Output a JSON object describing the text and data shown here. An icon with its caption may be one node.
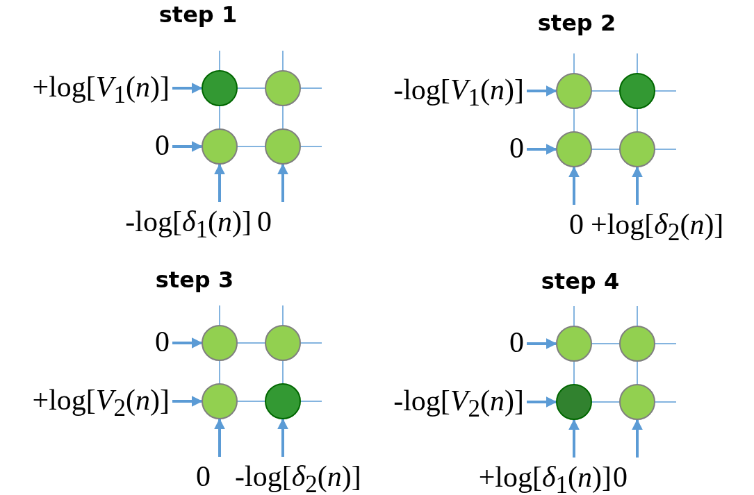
{
  "diagram": {
    "nodes": [
      {
        "text": [
          "+log[*V*$_{1}$(*n*)]"
        ]
      },
      {
        "text": [],
        "shape": "circle"
      },
      {
        "text": [],
        "shape": "circle"
      },
      {
        "text": [
          "0"
        ]
      },
      {
        "text": [],
        "shape": "circle"
      },
      {
        "text": [],
        "shape": "circle"
      },
      {
        "text": [
          "-log[*δ*$_{1}$(*n*)]"
        ]
      },
      {
        "text": [
          "0"
        ]
      },
      {
        "text": [
          "-log[*V*$_{1}$(*n*)]"
        ]
      },
      {
        "text": [],
        "shape": "circle"
      },
      {
        "text": [],
        "shape": "circle"
      },
      {
        "text": [
          "0"
        ]
      },
      {
        "text": [],
        "shape": "circle"
      },
      {
        "text": [],
        "shape": "circle"
      },
      {
        "text": [
          "0"
        ]
      },
      {
        "text": [
          "+log[*δ*$_{2}$(*n*)]"
        ]
      },
      {
        "text": [
          "0"
        ]
      },
      {
        "text": [],
        "shape": "circle"
      },
      {
        "text": [],
        "shape": "circle"
      },
      {
        "text": [
          "+log[*V*$_{2}$(*n*)]"
        ]
      },
      {
        "text": [],
        "shape": "circle"
      },
      {
        "text": [],
        "shape": "circle"
      },
      {
        "text": [
          "0"
        ]
      },
      {
        "text": [
          "-log[*δ*$_{2}$(*n*)]"
        ]
      },
      {
        "text": [
          "0"
        ]
      },
      {
        "text": [],
        "shape": "circle"
      },
      {
        "text": [],
        "shape": "circle"
      },
      {
        "text": [
          "-log[*V*$_{2}$(*n*)]"
        ]
      },
      {
        "text": [],
        "shape": "circle"
      },
      {
        "text": [],
        "shape": "circle"
      },
      {
        "text": [
          "+log[*δ*$_{1}$(*n*)]"
        ]
      },
      {
        "text": [
          "0"
        ]
      }
    ],
    "edges": [
      {
        "from": 0,
        "to": 1,
        "arrow": "to",
        "style": "thick"
      },
      {
        "from": 1,
        "to": 2,
        "arrow": "none"
      },
      {
        "from": 3,
        "to": 4,
        "arrow": "to",
        "style": "thick"
      },
      {
        "from": 4,
        "to": 5,
        "arrow": "none"
      },
      {
        "from": 1,
        "to": 4,
        "arrow": "none"
      },
      {
        "from": 2,
        "to": 5,
        "arrow": "none"
      },
      {
        "from": 6,
        "to": 4,
        "arrow": "to",
        "style": "thick"
      },
      {
        "from": 7,
        "to": 5,
        "arrow": "to",
        "style": "thick"
      },
      {
        "from": 8,
        "to": 9,
        "arrow": "to",
        "style": "thick"
      },
      {
        "from": 9,
        "to": 10,
        "arrow": "none"
      },
      {
        "from": 11,
        "to": 12,
        "arrow": "to",
        "style": "thick"
      },
      {
        "from": 12,
        "to": 13,
        "arrow": "none"
      },
      {
        "from": 9,
        "to": 12,
        "arrow": "none"
      },
      {
        "from": 10,
        "to": 13,
        "arrow": "none"
      },
      {
        "from": 14,
        "to": 12,
        "arrow": "to",
        "style": "thick"
      },
      {
        "from": 15,
        "to": 13,
        "arrow": "to",
        "style": "thick"
      },
      {
        "from": 16,
        "to": 17,
        "arrow": "to",
        "style": "thick"
      },
      {
        "from": 17,
        "to": 18,
        "arrow": "none"
      },
      {
        "from": 19,
        "to": 20,
        "arrow": "to",
        "style": "thick"
      },
      {
        "from": 20,
        "to": 21,
        "arrow": "none"
      },
      {
        "from": 17,
        "to": 20,
        "arrow": "none"
      },
      {
        "from": 18,
        "to": 21,
        "arrow": "none"
      },
      {
        "from": 22,
        "to": 20,
        "arrow": "to",
        "style": "thick"
      },
      {
        "from": 23,
        "to": 21,
        "arrow": "to",
        "style": "thick"
      },
      {
        "from": 24,
        "to": 25,
        "arrow": "to",
        "style": "thick"
      },
      {
        "from": 25,
        "to": 26,
        "arrow": "none"
      },
      {
        "from": 27,
        "to": 28,
        "arrow": "to",
        "style": "thick"
      },
      {
        "from": 28,
        "to": 29,
        "arrow": "none"
      },
      {
        "from": 25,
        "to": 28,
        "arrow": "none"
      },
      {
        "from": 26,
        "to": 29,
        "arrow": "none"
      },
      {
        "from": 30,
        "to": 28,
        "arrow": "to",
        "style": "thick"
      },
      {
        "from": 31,
        "to": 29,
        "arrow": "to",
        "style": "thick"
      }
    ],
    "labels": [
      "step 1",
      "step 2",
      "step 3",
      "step 4"
    ]
  }
}
